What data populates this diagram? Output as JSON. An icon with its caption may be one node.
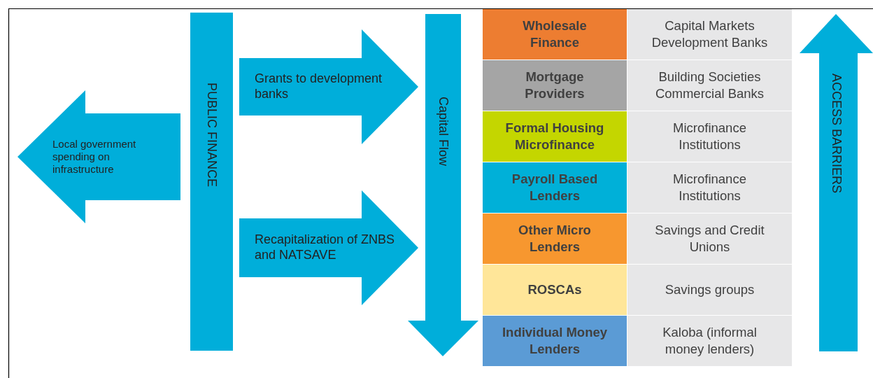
{
  "diagram": {
    "nodes": [
      {
        "text": [
          "PUBLIC FINANCE"
        ]
      },
      {
        "text": [
          "Capital Flow"
        ]
      },
      {
        "text": [
          "Wholesale Finance"
        ]
      },
      {
        "text": [
          "Capital Markets Development Banks"
        ]
      },
      {
        "text": [
          "Mortgage Providers"
        ]
      },
      {
        "text": [
          "Building Societies Commercial Banks"
        ]
      },
      {
        "text": [
          "Formal Housing Microfinance"
        ]
      },
      {
        "text": [
          "Microfinance Institutions"
        ]
      },
      {
        "text": [
          "Payroll Based Lenders"
        ]
      },
      {
        "text": [
          "Microfinance Institutions"
        ]
      },
      {
        "text": [
          "Other Micro Lenders"
        ]
      },
      {
        "text": [
          "Savings and Credit Unions"
        ]
      },
      {
        "text": [
          "ROSCAs"
        ]
      },
      {
        "text": [
          "Savings groups"
        ]
      },
      {
        "text": [
          "Individual Money Lenders"
        ]
      },
      {
        "text": [
          "Kaloba (informal money lenders)"
        ]
      },
      {
        "text": [
          "ACCESS BARRIERS"
        ]
      }
    ],
    "edges": [
      {
        "from": 0,
        "to": null,
        "arrow": "to",
        "label": "Local government spending on infrastructure"
      },
      {
        "from": 0,
        "to": 1,
        "arrow": "to",
        "label": "Grants to development banks"
      },
      {
        "from": 0,
        "to": 1,
        "arrow": "to",
        "label": "Recapitalization of ZNBS and NATSAVE"
      }
    ]
  }
}
